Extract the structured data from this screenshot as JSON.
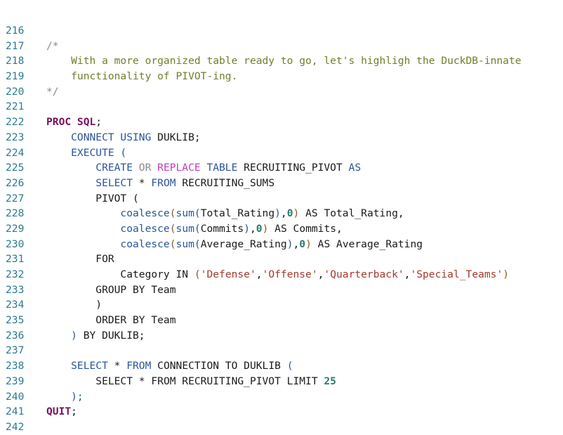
{
  "editor": {
    "lines": [
      {
        "n": "216",
        "t": []
      },
      {
        "n": "217",
        "t": [
          [
            "/*",
            "cmd"
          ]
        ]
      },
      {
        "n": "218",
        "t": [
          [
            "    With a more organized table ready to go, let's highligh the DuckDB-innate",
            "cm"
          ]
        ]
      },
      {
        "n": "219",
        "t": [
          [
            "    functionality of PIVOT-ing.",
            "cm"
          ]
        ]
      },
      {
        "n": "220",
        "t": [
          [
            "*/",
            "cmd"
          ]
        ]
      },
      {
        "n": "221",
        "t": []
      },
      {
        "n": "222",
        "t": [
          [
            "PROC SQL",
            "kw"
          ],
          [
            ";",
            "plain"
          ]
        ]
      },
      {
        "n": "223",
        "t": [
          [
            "    CONNECT USING ",
            "blue"
          ],
          [
            "DUKLIB;",
            "plain"
          ]
        ]
      },
      {
        "n": "224",
        "t": [
          [
            "    EXECUTE (",
            "blue"
          ]
        ]
      },
      {
        "n": "225",
        "t": [
          [
            "        CREATE ",
            "blue"
          ],
          [
            "OR ",
            "gray"
          ],
          [
            "REPLACE ",
            "mag"
          ],
          [
            "TABLE ",
            "blue"
          ],
          [
            "RECRUITING_PIVOT ",
            "plain"
          ],
          [
            "AS",
            "blue"
          ]
        ]
      },
      {
        "n": "226",
        "t": [
          [
            "        SELECT ",
            "blue"
          ],
          [
            "* ",
            "plain"
          ],
          [
            "FROM ",
            "blue"
          ],
          [
            "RECRUITING_SUMS",
            "plain"
          ]
        ]
      },
      {
        "n": "227",
        "t": [
          [
            "        PIVOT (",
            "plain"
          ]
        ]
      },
      {
        "n": "228",
        "t": [
          [
            "            coalesce",
            "fn"
          ],
          [
            "(",
            "paren"
          ],
          [
            "sum",
            "fn"
          ],
          [
            "(",
            "blue"
          ],
          [
            "Total_Rating",
            "plain"
          ],
          [
            ")",
            "blue"
          ],
          [
            ",",
            "plain"
          ],
          [
            "0",
            "num"
          ],
          [
            ") ",
            "paren"
          ],
          [
            "AS Total_Rating,",
            "plain"
          ]
        ]
      },
      {
        "n": "229",
        "t": [
          [
            "            coalesce",
            "fn"
          ],
          [
            "(",
            "paren"
          ],
          [
            "sum",
            "fn"
          ],
          [
            "(",
            "blue"
          ],
          [
            "Commits",
            "plain"
          ],
          [
            ")",
            "blue"
          ],
          [
            ",",
            "plain"
          ],
          [
            "0",
            "num"
          ],
          [
            ") ",
            "paren"
          ],
          [
            "AS Commits,",
            "plain"
          ]
        ]
      },
      {
        "n": "230",
        "t": [
          [
            "            coalesce",
            "fn"
          ],
          [
            "(",
            "paren"
          ],
          [
            "sum",
            "fn"
          ],
          [
            "(",
            "blue"
          ],
          [
            "Average_Rating",
            "plain"
          ],
          [
            ")",
            "blue"
          ],
          [
            ",",
            "plain"
          ],
          [
            "0",
            "num"
          ],
          [
            ") ",
            "paren"
          ],
          [
            "AS Average_Rating",
            "plain"
          ]
        ]
      },
      {
        "n": "231",
        "t": [
          [
            "        FOR",
            "plain"
          ]
        ]
      },
      {
        "n": "232",
        "t": [
          [
            "            Category IN ",
            "plain"
          ],
          [
            "(",
            "paren"
          ],
          [
            "'Defense'",
            "str"
          ],
          [
            ",",
            "plain"
          ],
          [
            "'Offense'",
            "str"
          ],
          [
            ",",
            "plain"
          ],
          [
            "'Quarterback'",
            "str"
          ],
          [
            ",",
            "plain"
          ],
          [
            "'Special_Teams'",
            "str"
          ],
          [
            ")",
            "paren"
          ]
        ]
      },
      {
        "n": "233",
        "t": [
          [
            "        GROUP BY Team",
            "plain"
          ]
        ]
      },
      {
        "n": "234",
        "t": [
          [
            "        )",
            "plain"
          ]
        ]
      },
      {
        "n": "235",
        "t": [
          [
            "        ORDER BY Team",
            "plain"
          ]
        ]
      },
      {
        "n": "236",
        "t": [
          [
            "    ) ",
            "blue"
          ],
          [
            "BY DUKLIB;",
            "plain"
          ]
        ]
      },
      {
        "n": "237",
        "t": []
      },
      {
        "n": "238",
        "t": [
          [
            "    SELECT ",
            "blue"
          ],
          [
            "* ",
            "plain"
          ],
          [
            "FROM ",
            "blue"
          ],
          [
            "CONNECTION TO DUKLIB ",
            "plain"
          ],
          [
            "(",
            "blue"
          ]
        ]
      },
      {
        "n": "239",
        "t": [
          [
            "        SELECT ",
            "plain"
          ],
          [
            "* ",
            "plain"
          ],
          [
            "FROM RECRUITING_PIVOT LIMIT ",
            "plain"
          ],
          [
            "25",
            "num"
          ]
        ]
      },
      {
        "n": "240",
        "t": [
          [
            "    );",
            "blue"
          ]
        ]
      },
      {
        "n": "241",
        "t": [
          [
            "QUIT",
            "kw"
          ],
          [
            ";",
            "plain"
          ]
        ]
      },
      {
        "n": "242",
        "t": []
      }
    ]
  }
}
